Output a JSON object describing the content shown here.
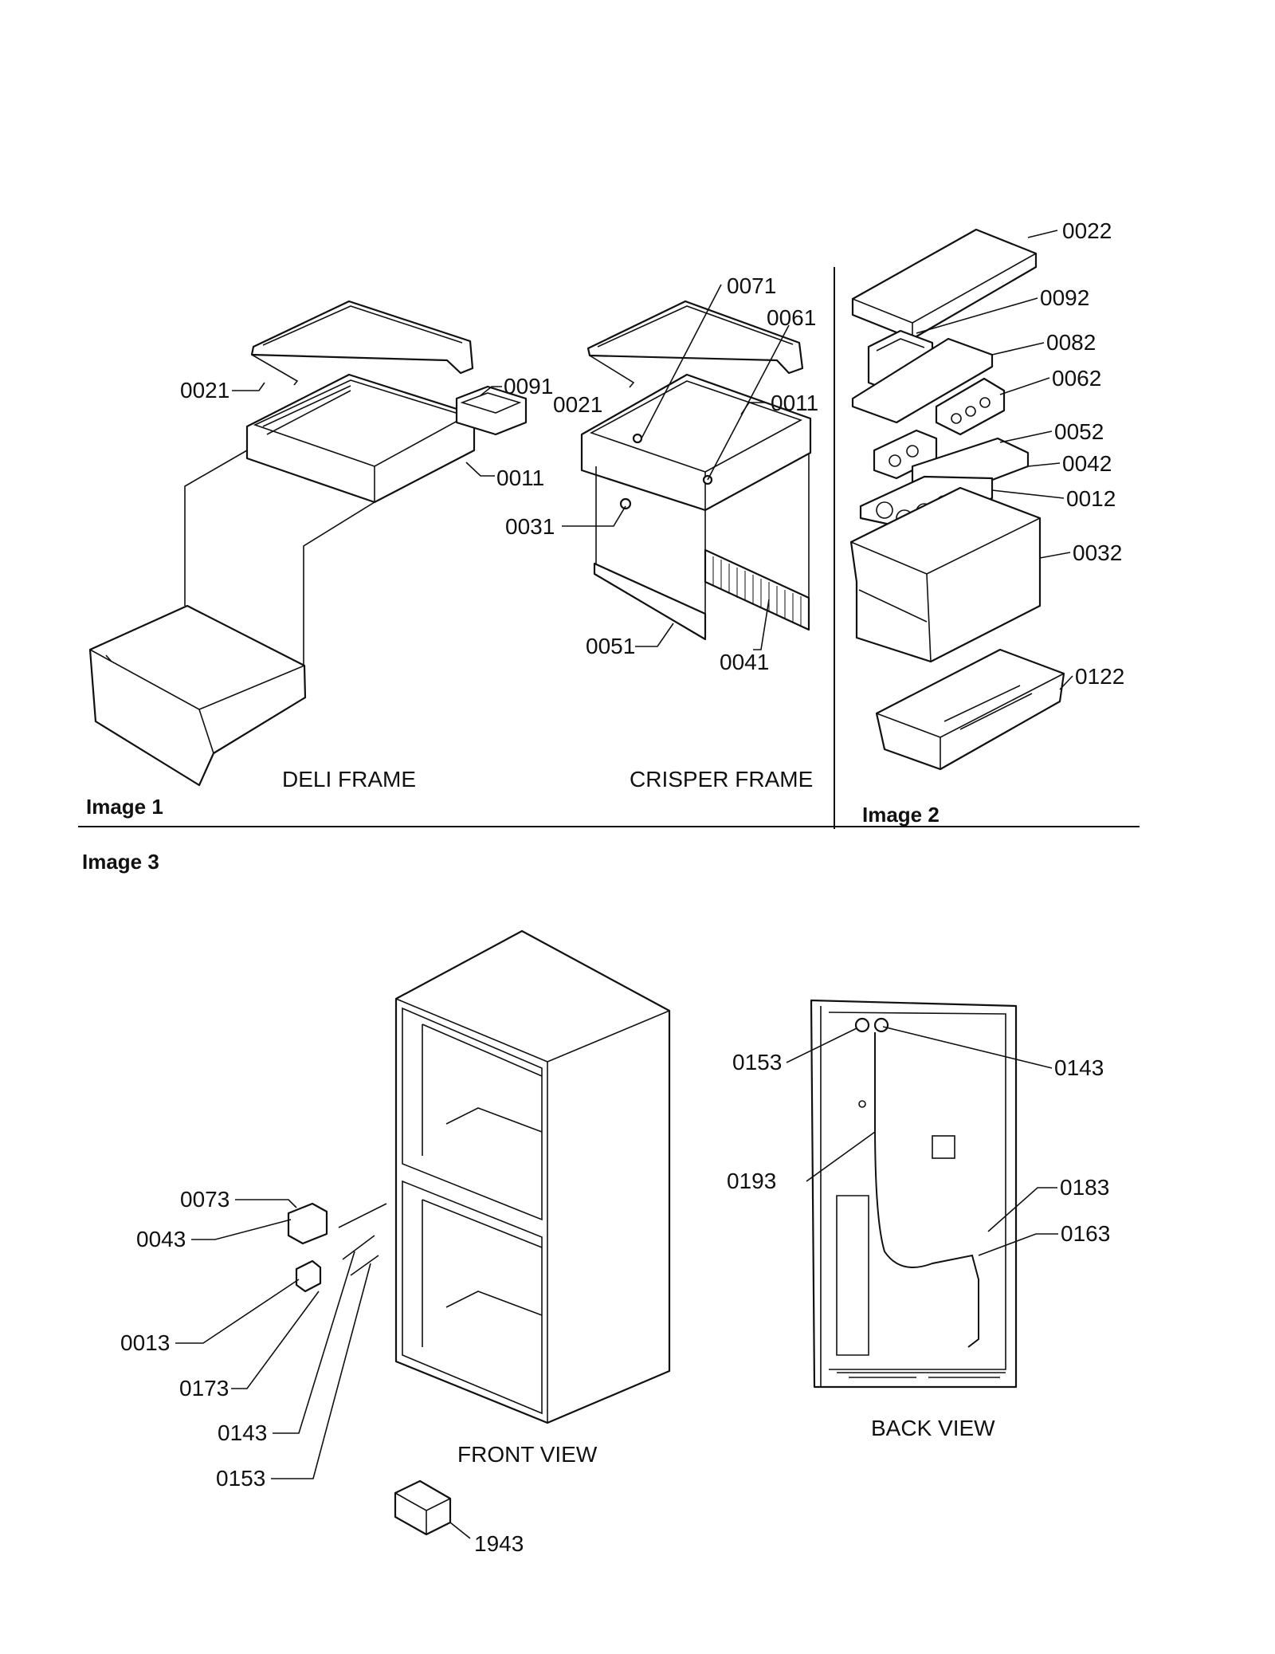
{
  "sections": {
    "image1": "Image 1",
    "image2": "Image 2",
    "image3": "Image 3"
  },
  "captions": {
    "deli_frame": "DELI FRAME",
    "crisper_frame": "CRISPER FRAME",
    "front_view": "FRONT VIEW",
    "back_view": "BACK VIEW"
  },
  "callouts": {
    "image1": {
      "deli": [
        "0021",
        "0091",
        "0011"
      ],
      "crisper": [
        "0071",
        "0061",
        "0021",
        "0011",
        "0031",
        "0051",
        "0041"
      ]
    },
    "image2": [
      "0022",
      "0092",
      "0082",
      "0062",
      "0052",
      "0042",
      "0012",
      "0032",
      "0122"
    ],
    "image3": {
      "front": [
        "0073",
        "0043",
        "0013",
        "0173",
        "0143",
        "0153",
        "1943"
      ],
      "back": [
        "0153",
        "0143",
        "0193",
        "0183",
        "0163"
      ]
    }
  }
}
